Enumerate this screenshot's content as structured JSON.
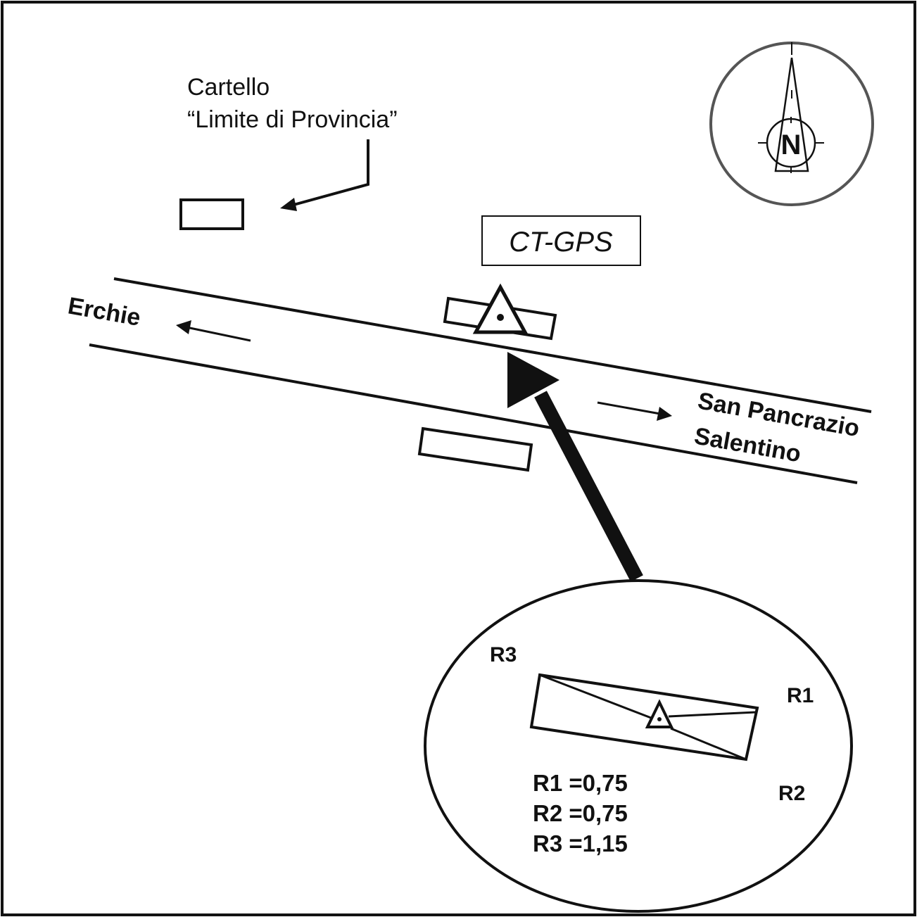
{
  "sign_label": {
    "line1": "Cartello",
    "line2": "“Limite di Provincia”"
  },
  "station_label": "CT-GPS",
  "directions": {
    "west": "Erchie",
    "east_line1": "San Pancrazio",
    "east_line2": "Salentino"
  },
  "compass": {
    "north_label": "N"
  },
  "inset": {
    "point_labels": {
      "r1": "R1",
      "r2": "R2",
      "r3": "R3"
    },
    "measurements": [
      {
        "label": "R1 =0,75"
      },
      {
        "label": "R2 =0,75"
      },
      {
        "label": "R3 =1,15"
      }
    ]
  },
  "colors": {
    "ink": "#111111",
    "compass_ring": "#555555"
  }
}
